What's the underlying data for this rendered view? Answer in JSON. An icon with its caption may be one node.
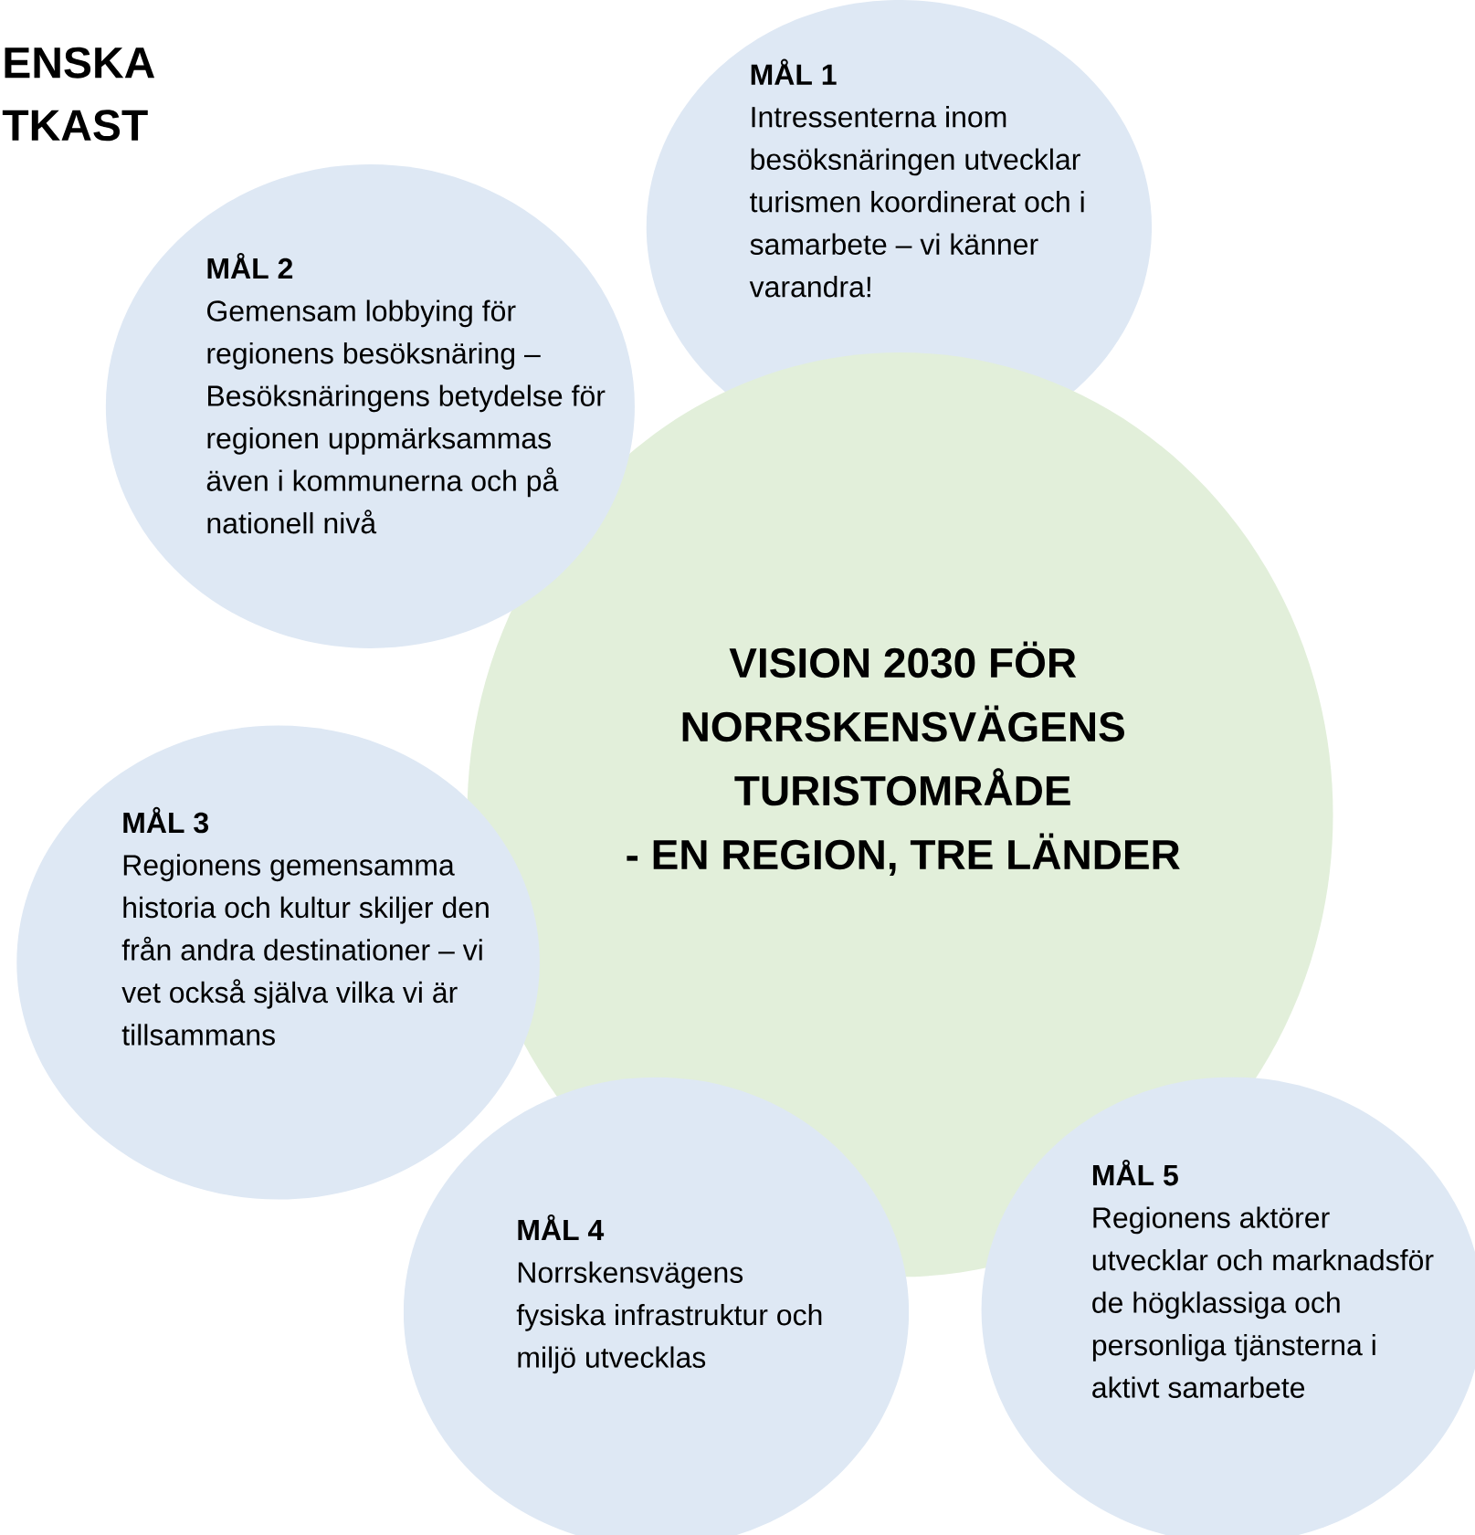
{
  "diagram": {
    "nodes": [
      {
        "text": [
          "MÅL 1",
          "Intressenterna inom besöksnäringen utvecklar turismen koordinerat och i samarbete – vi känner varandra!"
        ]
      },
      {
        "text": [
          "MÅL 2",
          "Gemensam lobbying för regionens besöksnäring – Besöksnäringens betydelse för regionen uppmärksammas även i kommunerna och på nationell nivå"
        ]
      },
      {
        "text": [
          "VISION 2030 FÖR NORRSKENSVÄGENS TURISTOMRÅDE",
          "- EN REGION, TRE LÄNDER"
        ]
      },
      {
        "text": [
          "MÅL 3",
          "Regionens gemensamma historia och kultur skiljer den från andra destinationer – vi vet också själva vilka vi är tillsammans"
        ]
      },
      {
        "text": [
          "MÅL 4",
          "Norrskensvägens fysiska infrastruktur och miljö utvecklas"
        ]
      },
      {
        "text": [
          "MÅL 5",
          "Regionens aktörer utvecklar och marknadsför de högklassiga och personliga tjänsterna i aktivt samarbete"
        ]
      }
    ],
    "labels": [
      "ENSKA",
      "TKAST"
    ]
  }
}
